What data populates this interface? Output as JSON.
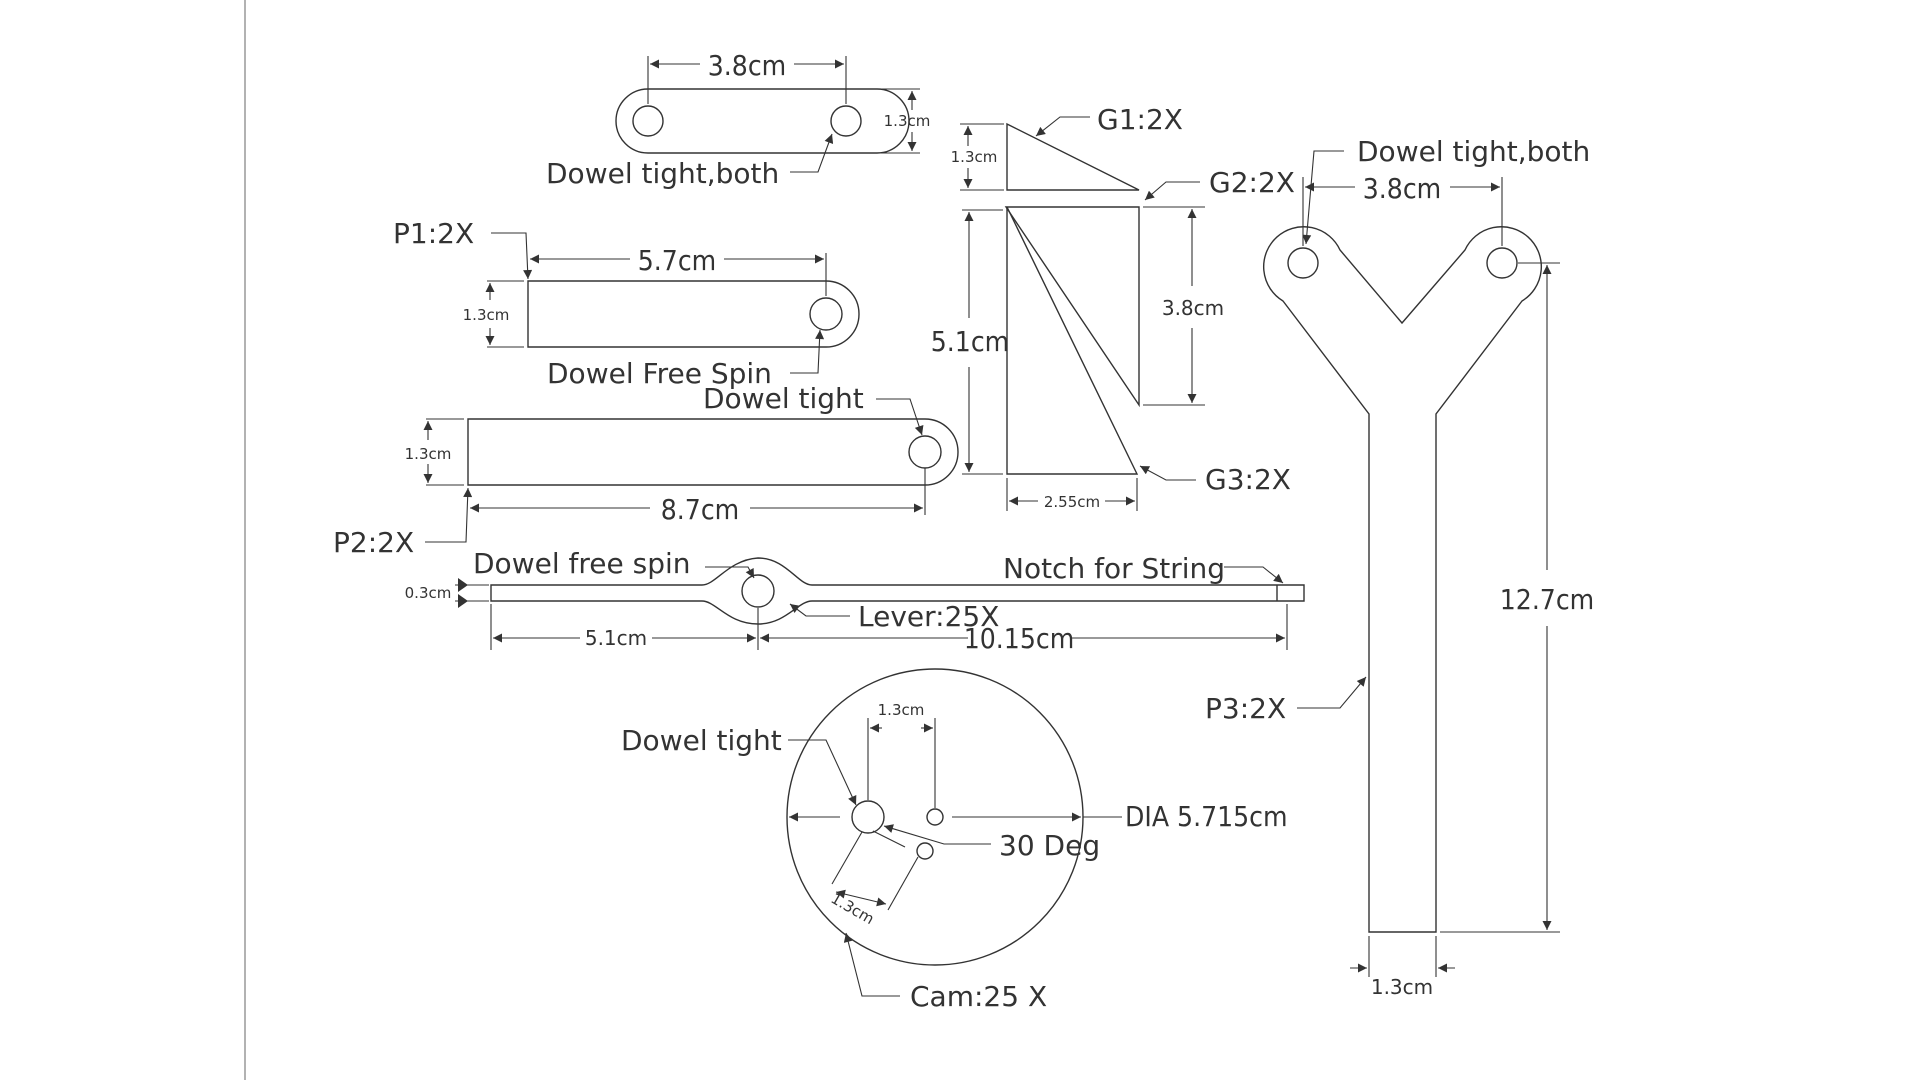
{
  "parts": {
    "link": {
      "width": "3.8cm",
      "height": "1.3cm",
      "note": "Dowel tight,both"
    },
    "p1": {
      "label": "P1:2X",
      "length": "5.7cm",
      "height": "1.3cm",
      "note": "Dowel Free Spin"
    },
    "p2": {
      "label": "P2:2X",
      "length": "8.7cm",
      "height": "1.3cm",
      "note": "Dowel tight"
    },
    "lever": {
      "label": "Lever:25X",
      "thickness": "0.3cm",
      "short": "5.1cm",
      "long": "10.15cm",
      "note_pivot": "Dowel free spin",
      "note_notch": "Notch for String"
    },
    "g1": {
      "label": "G1:2X",
      "height": "1.3cm"
    },
    "g2": {
      "label": "G2:2X",
      "height": "3.8cm"
    },
    "g3": {
      "label": "G3:2X",
      "height": "5.1cm",
      "base": "2.55cm"
    },
    "p3": {
      "label": "P3:2X",
      "spacing": "3.8cm",
      "length": "12.7cm",
      "width": "1.3cm",
      "note": "Dowel tight,both"
    },
    "cam": {
      "label": "Cam:25 X",
      "diameter": "DIA 5.715cm",
      "offset": "1.3cm",
      "offset2": "1.3cm",
      "angle": "30 Deg",
      "note": "Dowel tight"
    }
  }
}
